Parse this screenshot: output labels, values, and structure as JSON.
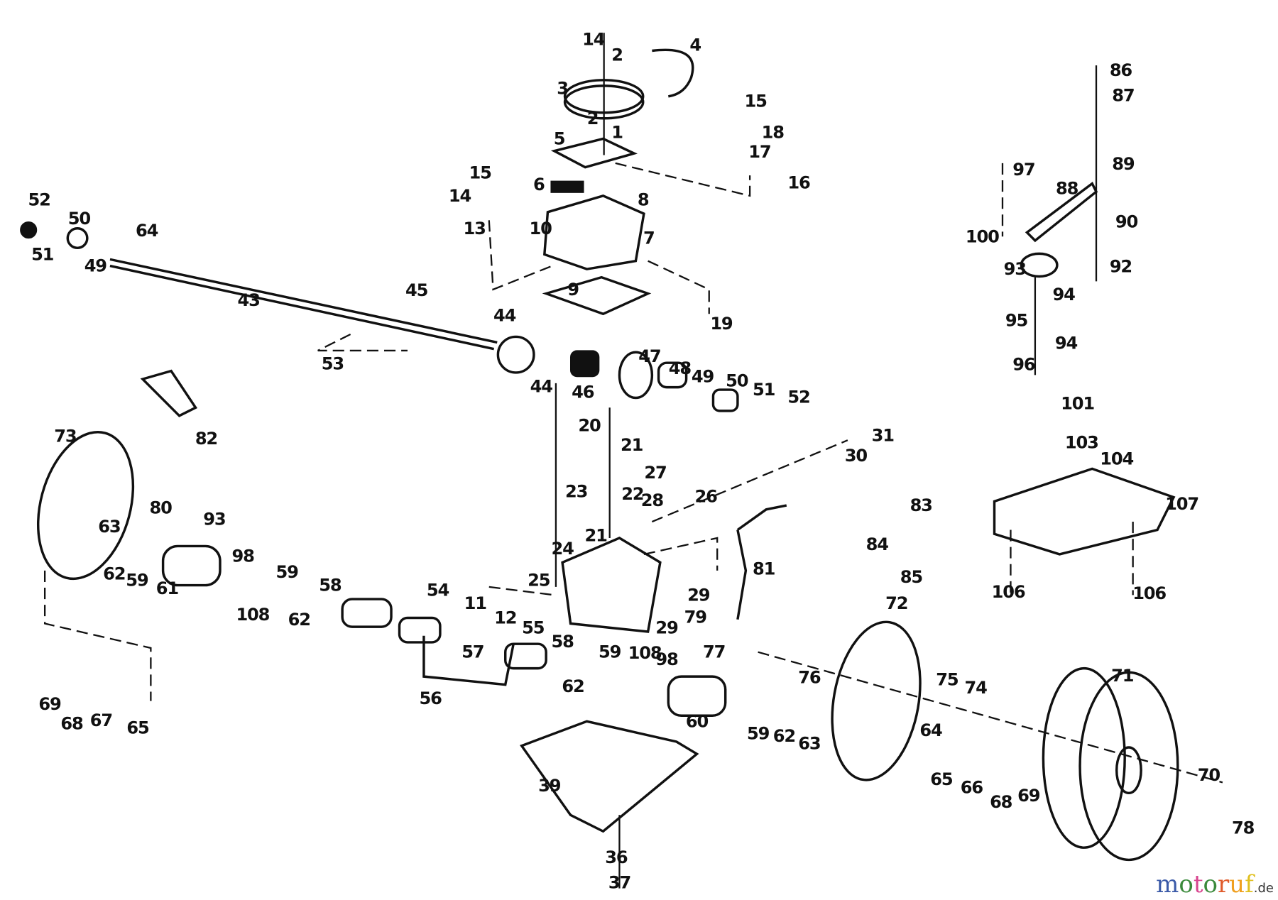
{
  "diagram": {
    "part_labels": [
      "14",
      "2",
      "4",
      "3",
      "2",
      "1",
      "15",
      "18",
      "17",
      "5",
      "16",
      "15",
      "6",
      "8",
      "14",
      "13",
      "10",
      "7",
      "52",
      "50",
      "64",
      "51",
      "49",
      "43",
      "45",
      "9",
      "19",
      "53",
      "44",
      "44",
      "46",
      "47",
      "48",
      "49",
      "50",
      "51",
      "52",
      "20",
      "21",
      "23",
      "27",
      "22",
      "28",
      "26",
      "30",
      "31",
      "73",
      "82",
      "80",
      "63",
      "93",
      "98",
      "62",
      "59",
      "61",
      "59",
      "108",
      "62",
      "58",
      "54",
      "11",
      "12",
      "25",
      "24",
      "21",
      "29",
      "29",
      "79",
      "81",
      "83",
      "84",
      "85",
      "57",
      "55",
      "58",
      "59",
      "108",
      "98",
      "62",
      "77",
      "72",
      "76",
      "75",
      "74",
      "71",
      "60",
      "59",
      "62",
      "63",
      "64",
      "65",
      "66",
      "68",
      "69",
      "70",
      "78",
      "39",
      "36",
      "37",
      "69",
      "68",
      "67",
      "65",
      "56",
      "86",
      "87",
      "89",
      "97",
      "88",
      "90",
      "100",
      "92",
      "93",
      "94",
      "95",
      "94",
      "96",
      "101",
      "103",
      "104",
      "107",
      "106",
      "106"
    ]
  },
  "watermark": {
    "letters": [
      "m",
      "o",
      "t",
      "o",
      "r",
      "u",
      "f"
    ],
    "colors": [
      "#3b5aa8",
      "#3b8a3b",
      "#d8458f",
      "#3b8a3b",
      "#e05a2a",
      "#f0a020",
      "#e0c020"
    ],
    "tld": ".de"
  }
}
